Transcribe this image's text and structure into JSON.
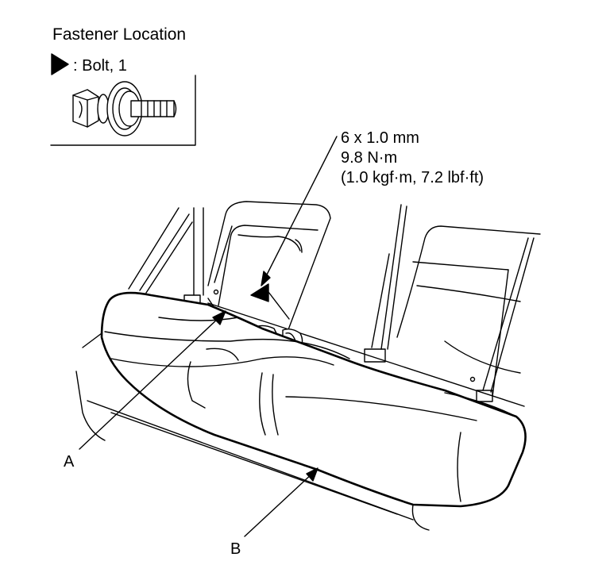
{
  "legend": {
    "title": "Fastener Location",
    "item_label": ": Bolt, 1"
  },
  "spec": {
    "size": "6 x 1.0 mm",
    "torque": "9.8 N·m",
    "torque_alt": "(1.0 kgf·m, 7.2 lbf·ft)"
  },
  "callouts": {
    "a": "A",
    "b": "B"
  }
}
